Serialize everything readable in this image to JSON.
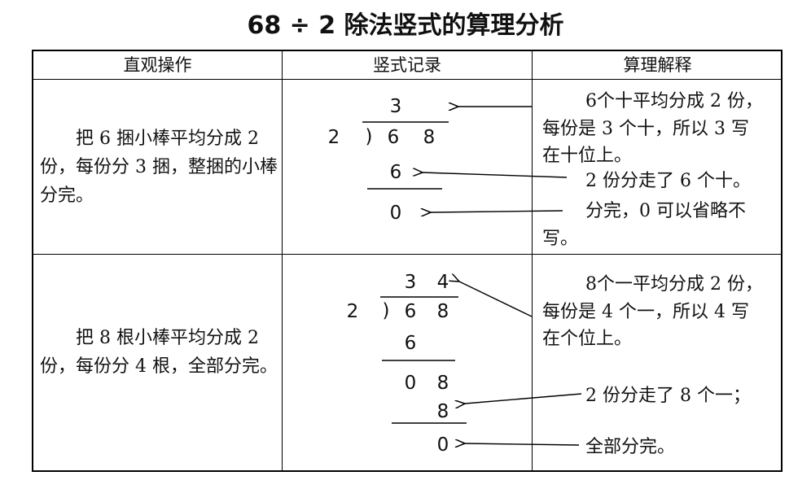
{
  "title": "68 ÷ 2 除法竖式的算理分析",
  "headers": {
    "intuitive": "直观操作",
    "record": "竖式记录",
    "explain": "算理解释"
  },
  "row1": {
    "operation": "把 6 捆小棒平均分成 2 份，每份分 3 捆，整捆的小棒分完。",
    "quotient": "3",
    "divisor": "2",
    "div_bracket": ")",
    "dividend_tens": "6",
    "dividend_ones": "8",
    "product": "6",
    "remainder": "0",
    "exp1_line1": "6个十平均分成 2 份，",
    "exp1_line2": "每份是 3 个十，所以 3 写",
    "exp1_line3": "在十位上。",
    "exp2": "2 份分走了 6 个十。",
    "exp3_line1": "分完，0 可以省略不",
    "exp3_line2": "写。"
  },
  "row2": {
    "operation": "把 8 根小棒平均分成 2 份，每份分 4 根，全部分完。",
    "quotient_tens": "3",
    "quotient_ones": "4",
    "divisor": "2",
    "div_bracket": ")",
    "dividend_tens": "6",
    "dividend_ones": "8",
    "product1": "6",
    "rem1_tens": "0",
    "rem1_ones": "8",
    "product2": "8",
    "remainder": "0",
    "exp1_line1": "8个一平均分成 2 份，",
    "exp1_line2": "每份是 4 个一，所以 4 写",
    "exp1_line3": "在个位上。",
    "exp2": "2 份分走了 8 个一；",
    "exp3": "全部分完。"
  }
}
